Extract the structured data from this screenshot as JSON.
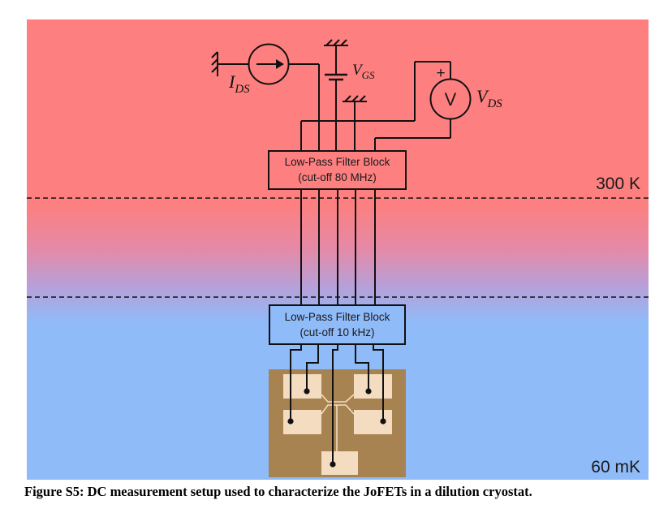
{
  "temperatures": {
    "top": "300 K",
    "bottom": "60 mK"
  },
  "filters": {
    "upper": {
      "line1": "Low-Pass Filter Block",
      "line2": "(cut-off 80 MHz)"
    },
    "lower": {
      "line1": "Low-Pass Filter Block",
      "line2": "(cut-off 10 kHz)"
    }
  },
  "instruments": {
    "current_source": {
      "symbol": "I",
      "subscript": "DS"
    },
    "gate_voltage": {
      "symbol": "V",
      "subscript": "GS"
    },
    "voltmeter": {
      "symbol": "V",
      "subscript": "DS",
      "glyph": "V",
      "plus": "+"
    }
  },
  "colors": {
    "warm": "#fd7f7f",
    "cold": "#8fbbf9",
    "chip_substrate": "#a88352",
    "chip_pads": "#f3dcc0"
  },
  "caption": "Figure S5: DC measurement setup used to characterize the JoFETs in a dilution cryostat."
}
